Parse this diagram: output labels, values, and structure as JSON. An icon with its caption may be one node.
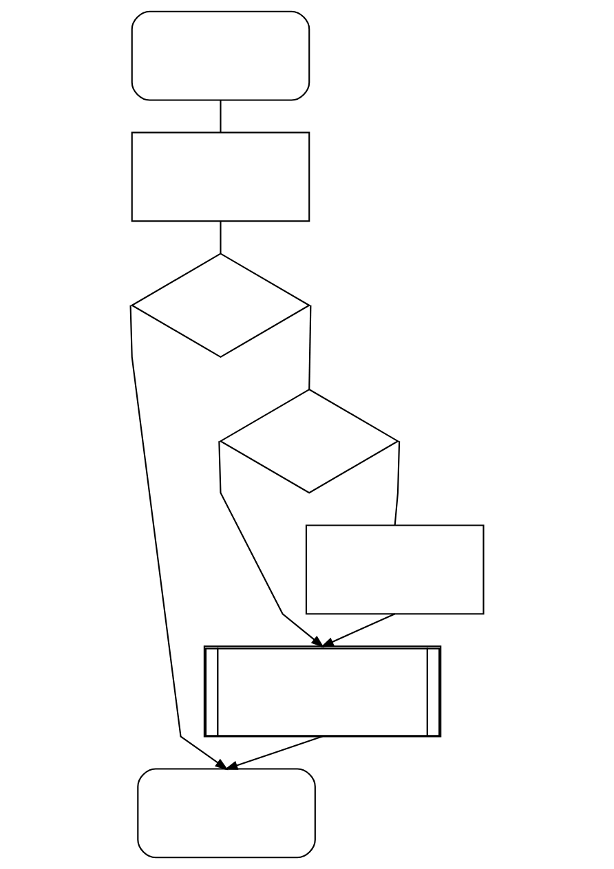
{
  "diagram": {
    "nodes": [
      {
        "text": [],
        "shape": "oval"
      },
      {
        "text": [],
        "shape": "box"
      },
      {
        "text": [],
        "shape": "diamond"
      },
      {
        "text": [],
        "shape": "diamond"
      },
      {
        "text": [],
        "shape": "box"
      },
      {
        "text": [],
        "shape": "box"
      },
      {
        "text": [],
        "shape": "oval"
      }
    ],
    "edges": [
      {
        "from": 0,
        "to": 1,
        "arrow": "none"
      },
      {
        "from": 1,
        "to": 2,
        "arrow": "none"
      },
      {
        "from": 2,
        "to": 3,
        "arrow": "none"
      },
      {
        "from": 2,
        "to": 6,
        "arrow": "to"
      },
      {
        "from": 3,
        "to": 5,
        "arrow": "to"
      },
      {
        "from": 3,
        "to": 4,
        "arrow": "none"
      },
      {
        "from": 4,
        "to": 5,
        "arrow": "to"
      },
      {
        "from": 5,
        "to": 6,
        "arrow": "to"
      }
    ]
  }
}
